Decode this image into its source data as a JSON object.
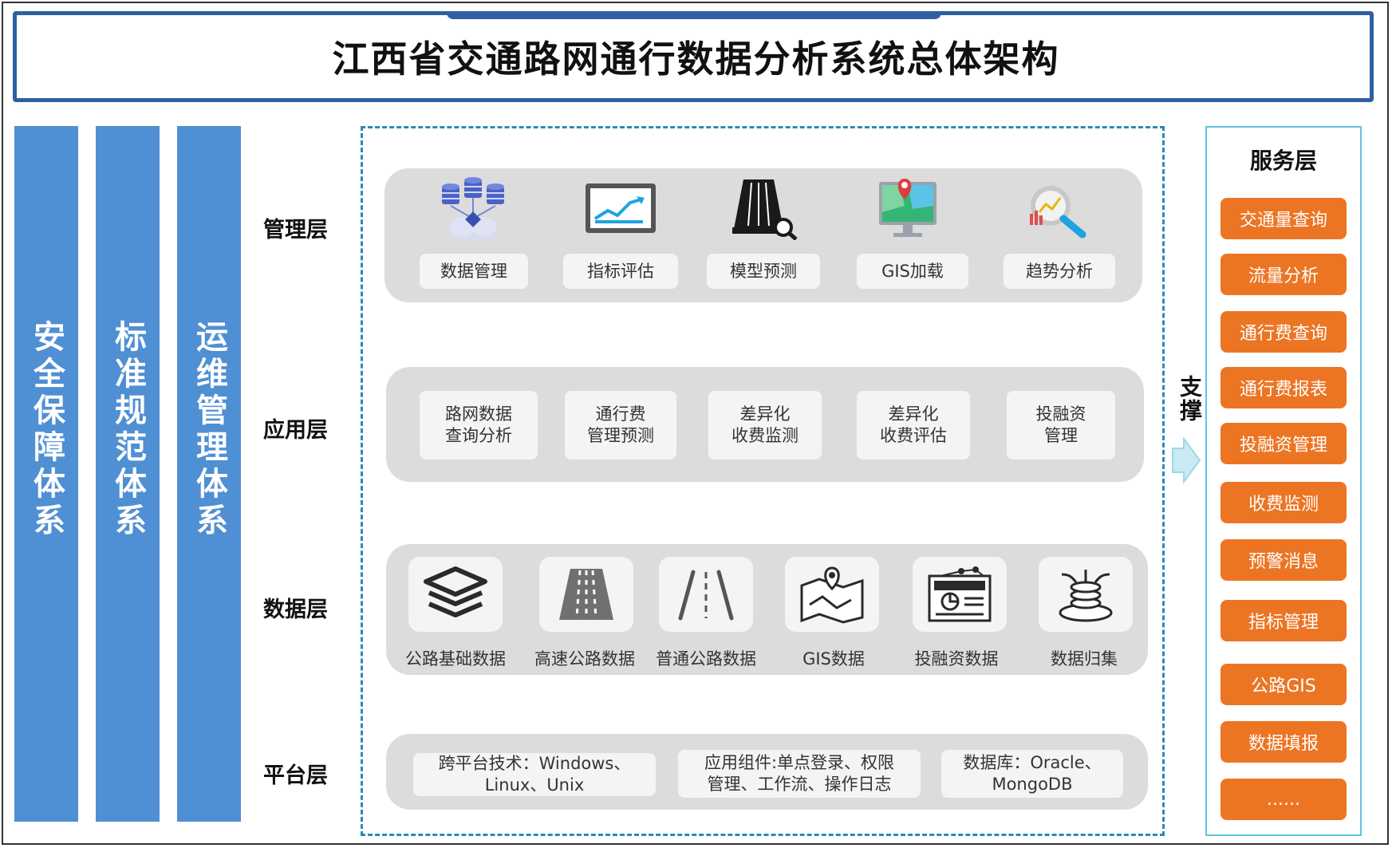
{
  "title": "江西省交通路网通行数据分析系统总体架构",
  "pillars": [
    "安全保障体系",
    "标准规范体系",
    "运维管理体系"
  ],
  "layers": {
    "management": {
      "label": "管理层",
      "items": [
        {
          "label": "数据管理",
          "icon": "database-cloud-icon"
        },
        {
          "label": "指标评估",
          "icon": "chart-monitor-icon"
        },
        {
          "label": "模型预测",
          "icon": "road-search-icon"
        },
        {
          "label": "GIS加载",
          "icon": "map-pin-monitor-icon"
        },
        {
          "label": "趋势分析",
          "icon": "magnifier-chart-icon"
        }
      ]
    },
    "application": {
      "label": "应用层",
      "items": [
        {
          "line1": "路网数据",
          "line2": "查询分析"
        },
        {
          "line1": "通行费",
          "line2": "管理预测"
        },
        {
          "line1": "差异化",
          "line2": "收费监测"
        },
        {
          "line1": "差异化",
          "line2": "收费评估"
        },
        {
          "line1": "投融资",
          "line2": "管理"
        }
      ]
    },
    "data": {
      "label": "数据层",
      "items": [
        {
          "label": "公路基础数据",
          "icon": "layers-stack-icon"
        },
        {
          "label": "高速公路数据",
          "icon": "highway-icon"
        },
        {
          "label": "普通公路数据",
          "icon": "road-lines-icon"
        },
        {
          "label": "GIS数据",
          "icon": "map-icon"
        },
        {
          "label": "投融资数据",
          "icon": "finance-report-icon"
        },
        {
          "label": "数据归集",
          "icon": "data-collect-icon"
        }
      ]
    },
    "platform": {
      "label": "平台层",
      "items": [
        {
          "line1": "跨平台技术：Windows、",
          "line2": "Linux、Unix"
        },
        {
          "line1": "应用组件:单点登录、权限",
          "line2": "管理、工作流、操作日志"
        },
        {
          "line1": "数据库：Oracle、",
          "line2": "MongoDB"
        }
      ]
    }
  },
  "support": {
    "label": "支撑"
  },
  "service": {
    "title": "服务层",
    "items": [
      "交通量查询",
      "流量分析",
      "通行费查询",
      "通行费报表",
      "投融资管理",
      "收费监测",
      "预警消息",
      "指标管理",
      "公路GIS",
      "数据填报",
      "......"
    ]
  },
  "colors": {
    "accent_blue": "#4f8fd3",
    "frame_blue": "#2e5fa0",
    "service_orange": "#ec7524",
    "dash_teal": "#2a8bb3",
    "band_gray": "#dcdcdc"
  }
}
